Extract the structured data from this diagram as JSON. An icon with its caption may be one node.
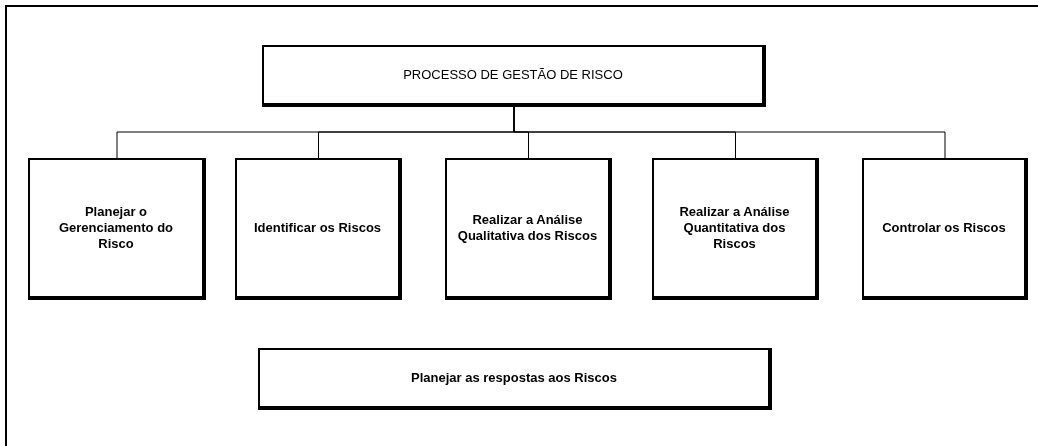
{
  "diagram": {
    "nodes": [
      {
        "text": [
          "PROCESSO DE GESTÃO DE RISCO"
        ]
      },
      {
        "text": [
          "Planejar o Gerenciamento do Risco"
        ]
      },
      {
        "text": [
          "Identificar os Riscos"
        ]
      },
      {
        "text": [
          "Realizar a Análise Qualitativa dos Riscos"
        ]
      },
      {
        "text": [
          "Realizar a Análise Quantitativa dos Riscos"
        ]
      },
      {
        "text": [
          "Controlar os Riscos"
        ]
      },
      {
        "text": [
          "Planejar as respostas aos Riscos"
        ]
      }
    ],
    "edges": [
      {
        "from": 0,
        "to": 1,
        "arrow": "none"
      },
      {
        "from": 0,
        "to": 2,
        "arrow": "none"
      },
      {
        "from": 0,
        "to": 3,
        "arrow": "none"
      },
      {
        "from": 0,
        "to": 4,
        "arrow": "none"
      },
      {
        "from": 0,
        "to": 5,
        "arrow": "none"
      }
    ]
  }
}
